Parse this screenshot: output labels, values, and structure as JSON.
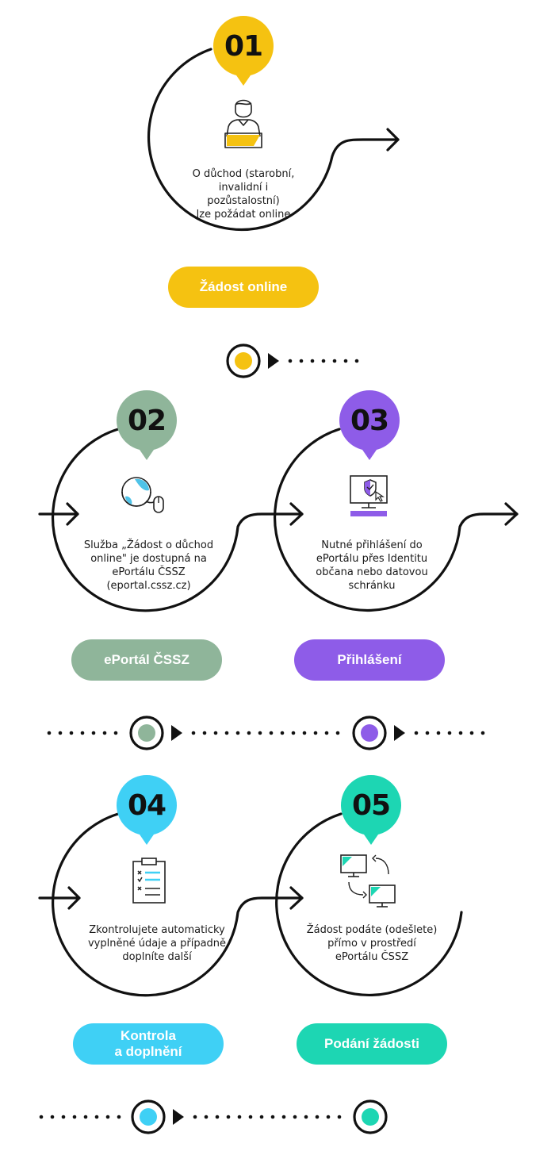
{
  "colors": {
    "yellow": "#f5c211",
    "green": "#8fb59a",
    "purple": "#8e5ce8",
    "blue": "#3fd0f5",
    "teal": "#1dd6b3",
    "line": "#111111"
  },
  "steps": [
    {
      "number": "01",
      "icon": "person-at-laptop-icon",
      "description": [
        "O důchod (starobní,",
        "invalidní i pozůstalostní)",
        "lze požádat online"
      ],
      "label": [
        "Žádost online"
      ],
      "color": "#f5c211"
    },
    {
      "number": "02",
      "icon": "globe-mouse-icon",
      "description": [
        "Služba „Žádost o důchod",
        "online\" je dostupná na",
        "ePortálu ČSSZ",
        "(eportal.cssz.cz)"
      ],
      "label": [
        "ePortál ČSSZ"
      ],
      "color": "#8fb59a"
    },
    {
      "number": "03",
      "icon": "secure-computer-login-icon",
      "description": [
        "Nutné přihlášení do",
        "ePortálu přes Identitu",
        "občana nebo datovou",
        "schránku"
      ],
      "label": [
        "Přihlášení"
      ],
      "color": "#8e5ce8"
    },
    {
      "number": "04",
      "icon": "checklist-clipboard-icon",
      "description": [
        "Zkontrolujete automaticky",
        "vyplněné údaje a případně",
        "doplníte další"
      ],
      "label": [
        "Kontrola",
        "a doplnění"
      ],
      "color": "#3fd0f5"
    },
    {
      "number": "05",
      "icon": "computers-sync-icon",
      "description": [
        "Žádost podáte (odešlete)",
        "přímo v prostředí",
        "ePortálu ČSSZ"
      ],
      "label": [
        "Podání žádosti"
      ],
      "color": "#1dd6b3"
    }
  ]
}
